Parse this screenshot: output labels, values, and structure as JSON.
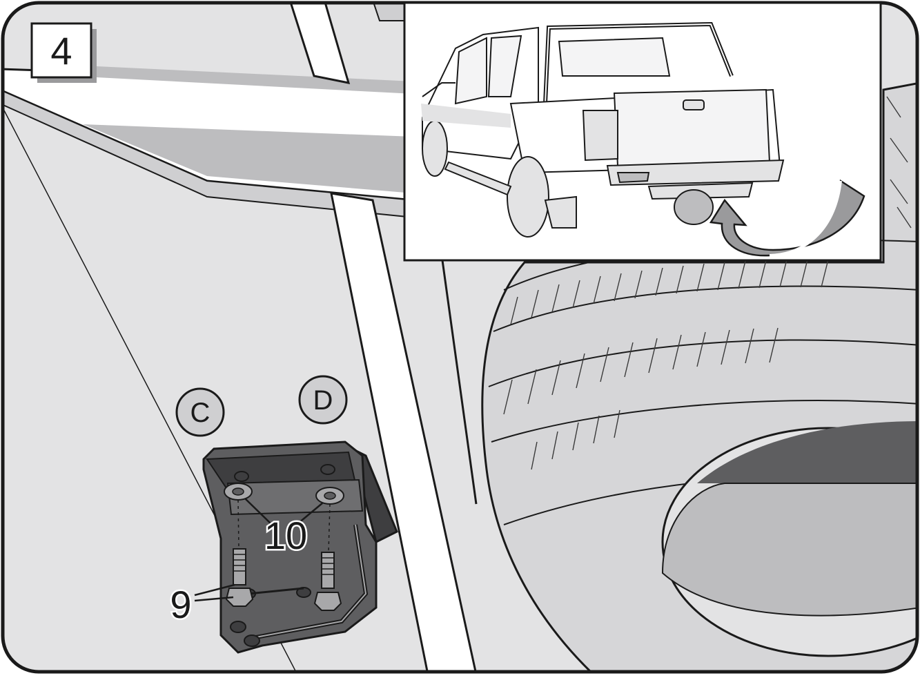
{
  "step": {
    "number": "4"
  },
  "points": [
    {
      "id": "c",
      "label": "C"
    },
    {
      "id": "d",
      "label": "D"
    }
  ],
  "parts": [
    {
      "id": "bolts",
      "label": "9"
    },
    {
      "id": "washers",
      "label": "10"
    }
  ],
  "colors": {
    "outline": "#1a1a1a",
    "panel": "#e3e3e4",
    "panel_shade": "#bdbdbf",
    "bracket": "#5e5e60",
    "bracket_dark": "#3e3e40",
    "hardware": "#a8a8aa"
  },
  "icons": {
    "inset_vehicle": "pickup-truck-rear-view",
    "direction_arrow": "curved-arrow-icon"
  }
}
